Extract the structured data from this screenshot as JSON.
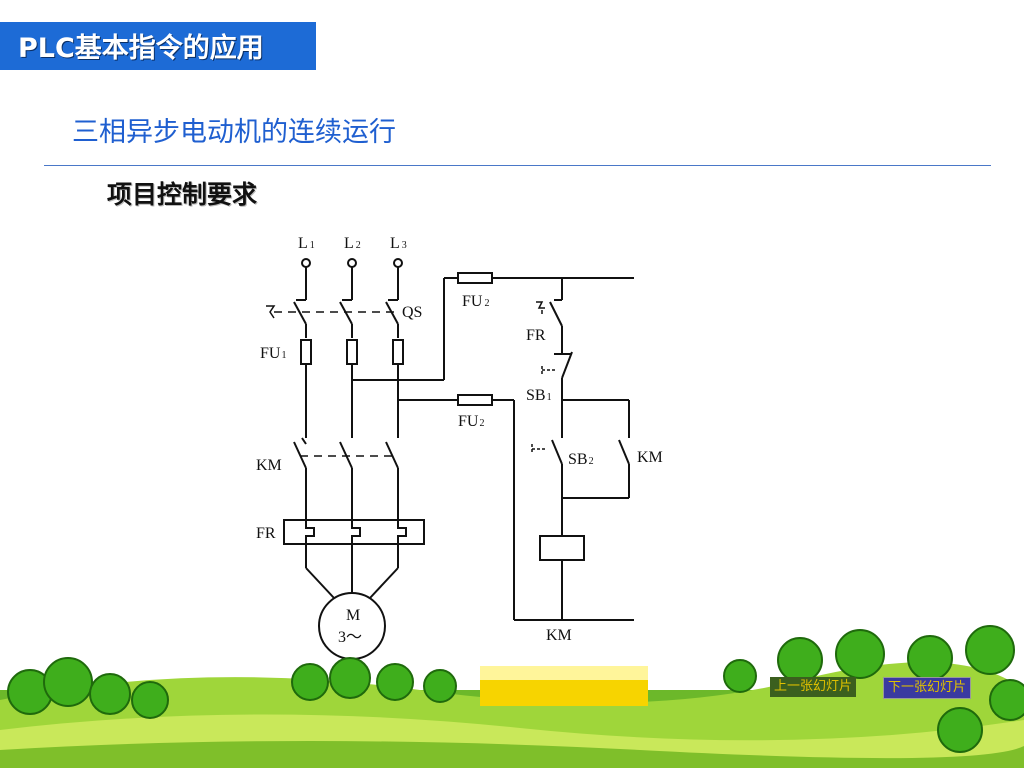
{
  "slide": {
    "title": "PLC基本指令的应用",
    "subtitle": "三相异步电动机的连续运行",
    "heading": "项目控制要求"
  },
  "diagram": {
    "labels": {
      "l1": "L",
      "l1_sub": "1",
      "l2": "L",
      "l2_sub": "2",
      "l3": "L",
      "l3_sub": "3",
      "qs": "QS",
      "fu1": "FU",
      "fu1_sub": "1",
      "km_main": "KM",
      "fr_main": "FR",
      "motor_m": "M",
      "motor_phase": "3～",
      "fu2_top": "FU",
      "fu2_top_sub": "2",
      "fu2_mid": "FU",
      "fu2_mid_sub": "2",
      "fr_ctrl": "FR",
      "sb1": "SB",
      "sb1_sub": "1",
      "sb2": "SB",
      "sb2_sub": "2",
      "km_aux": "KM",
      "km_coil": "KM"
    }
  },
  "nav": {
    "prev": "上一张幻灯片",
    "next": "下一张幻灯片"
  }
}
